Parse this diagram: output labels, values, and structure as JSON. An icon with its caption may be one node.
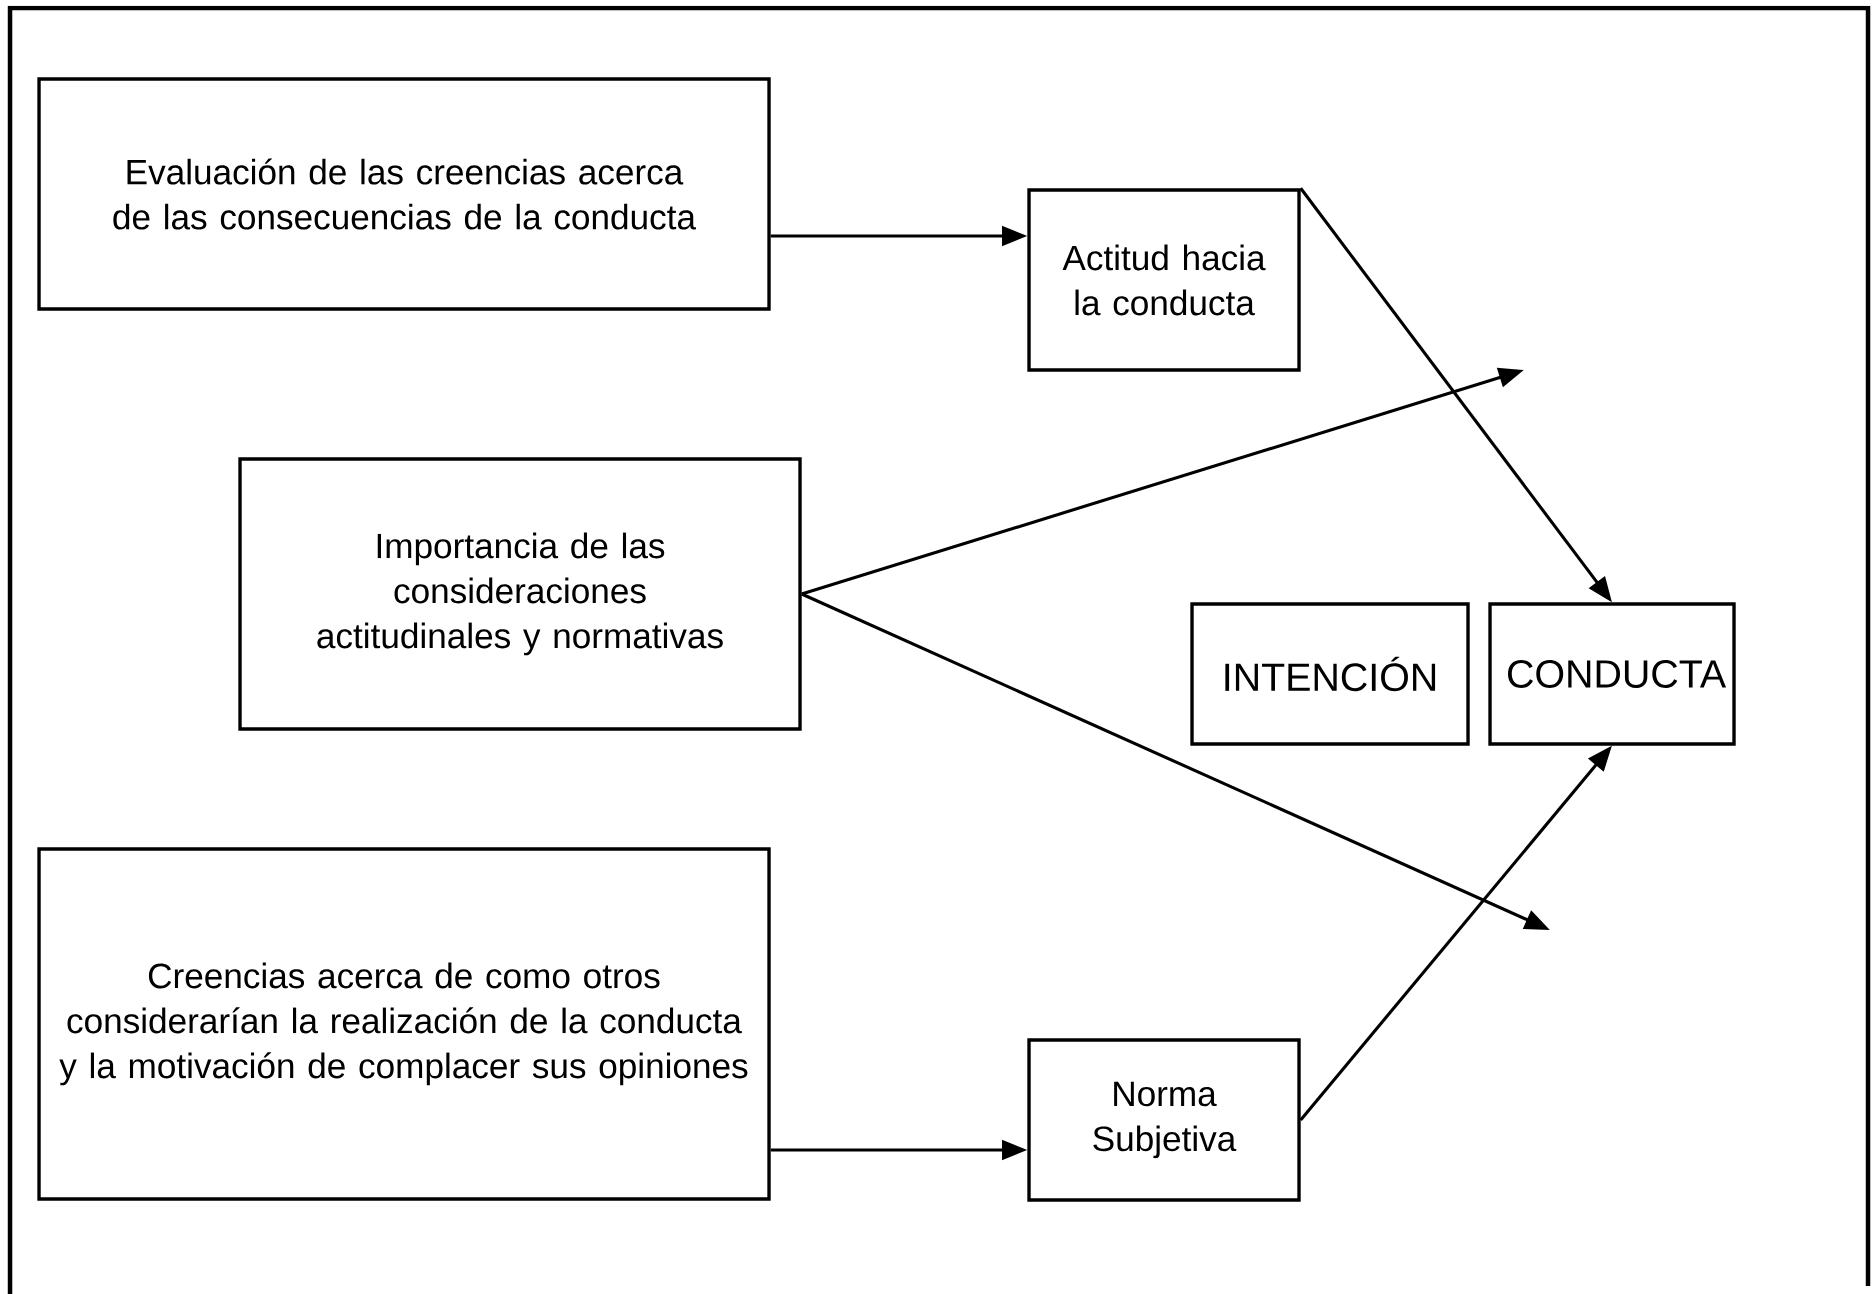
{
  "diagram": {
    "nodes": [
      {
        "text": [
          "Evaluación de las creencias acerca de las consecuencias de la conducta"
        ]
      },
      {
        "text": [
          "Actitud hacia la conducta"
        ]
      },
      {
        "text": [
          "Importancia de las consideraciones actitudinales y normativas"
        ]
      },
      {
        "text": [
          "INTENCIÓN"
        ]
      },
      {
        "text": [
          "CONDUCTA"
        ]
      },
      {
        "text": [
          "Creencias acerca de como otros considerarían la realización de la conducta y la motivación de complacer sus opiniones"
        ]
      },
      {
        "text": [
          "Norma Subjetiva"
        ]
      }
    ],
    "edges": [
      {
        "from": 0,
        "to": 1,
        "arrow": "to"
      },
      {
        "from": 1,
        "to": 4,
        "arrow": "to"
      },
      {
        "from": 2,
        "to": null,
        "arrow": "to"
      },
      {
        "from": 2,
        "to": null,
        "arrow": "to"
      },
      {
        "from": 5,
        "to": 6,
        "arrow": "to"
      },
      {
        "from": 6,
        "to": 4,
        "arrow": "to"
      }
    ]
  }
}
